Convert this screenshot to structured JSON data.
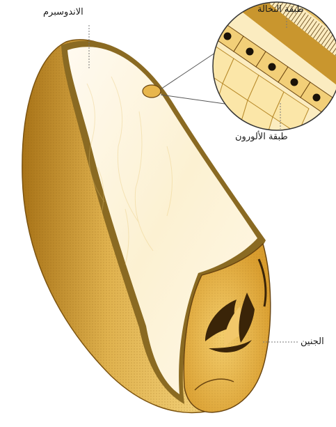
{
  "labels": {
    "endosperm": "الاندوسبرم",
    "bran_layer": "طبقة النخالة",
    "aleurone_layer": "طبقة الألورون",
    "embryo": "الجنين"
  },
  "colors": {
    "background": "#ffffff",
    "husk": "#d9a845",
    "husk_dark": "#b07d1f",
    "endosperm": "#fdf6df",
    "embryo": "#e9b94a",
    "embryo_dark": "#3a2408",
    "leader_line": "#777777"
  }
}
